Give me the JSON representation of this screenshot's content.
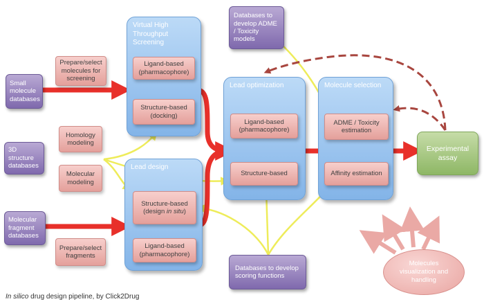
{
  "databases": {
    "small_molecule": "Small molecule databases",
    "structure_3d": "3D structure databases",
    "fragment": "Molecular fragment databases",
    "admet": "Databases to develop ADME / Toxicity models",
    "scoring": "Databases to develop scoring functions"
  },
  "prep": {
    "prepare_molecules": "Prepare/select molecules for screening",
    "homology": "Homology modeling",
    "molecular_modeling": "Molecular modeling",
    "prepare_fragments": "Prepare/select fragments"
  },
  "vhts": {
    "title": "Virtual High Throughput Screening",
    "ligand": "Ligand-based (pharmacophore)",
    "structure": "Structure-based (docking)"
  },
  "lead_design": {
    "title": "Lead design",
    "structure_line1": "Structure-based",
    "structure_pre": "(design ",
    "structure_italic": "in situ",
    "structure_post": ")",
    "ligand": "Ligand-based (pharmacophore)"
  },
  "lead_opt": {
    "title": "Lead optimization",
    "ligand": "Ligand-based (pharmacophore)",
    "structure": "Structure-based"
  },
  "selection": {
    "title": "Molecule selection",
    "admet": "ADME / Toxicity estimation",
    "affinity": "Affinity estimation"
  },
  "experimental": "Experimental assay",
  "visualization": "Molecules visualization and handling",
  "caption": {
    "italic": "In silico",
    "rest": " drug design pipeline, by Click2Drug"
  },
  "colors": {
    "red_flow": "#e8302a",
    "yellow_flow": "#eeec5a",
    "feedback": "#a8463f",
    "panel": "#8fbdea",
    "database": "#8e79bb",
    "step": "#eeb5b1",
    "assay": "#a7c784"
  }
}
